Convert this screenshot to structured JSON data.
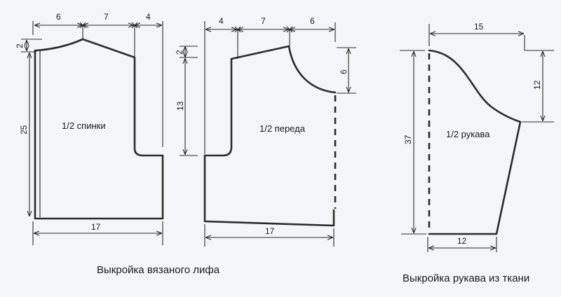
{
  "back_piece": {
    "label": "1/2 спинки",
    "dims": {
      "top_left": "6",
      "top_mid": "7",
      "top_right": "4",
      "shoulder_drop": "2",
      "height": "25",
      "bottom": "17"
    }
  },
  "front_piece": {
    "label": "1/2 переда",
    "dims": {
      "top_left": "4",
      "top_mid": "7",
      "top_right": "6",
      "shoulder_drop": "2",
      "armhole": "13",
      "neck_depth": "6",
      "bottom": "17"
    }
  },
  "sleeve_piece": {
    "label": "1/2 рукава",
    "dims": {
      "top": "15",
      "cap_height": "12",
      "length": "37",
      "bottom": "12"
    }
  },
  "captions": {
    "bodice": "Выкройка вязаного лифа",
    "sleeve": "Выкройка рукава из ткани"
  }
}
